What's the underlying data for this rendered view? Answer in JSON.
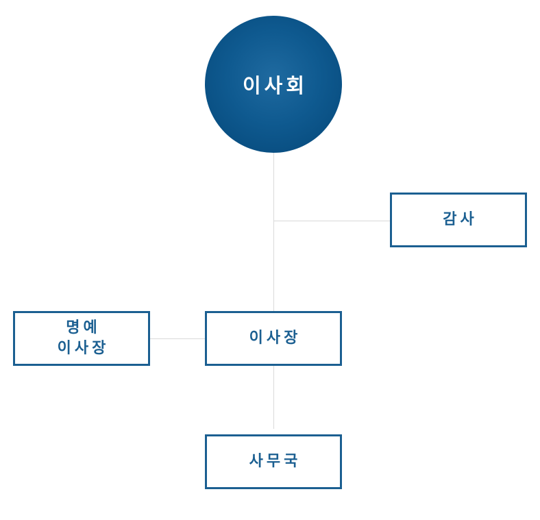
{
  "org_chart": {
    "board": "이사회",
    "auditor": "감사",
    "honorary_chairman_line1": "명예",
    "honorary_chairman_line2": "이사장",
    "chairman": "이사장",
    "secretariat": "사무국"
  },
  "colors": {
    "primary": "#1b5f91",
    "circle_dark": "#044677",
    "connector": "#d9d9d9"
  }
}
